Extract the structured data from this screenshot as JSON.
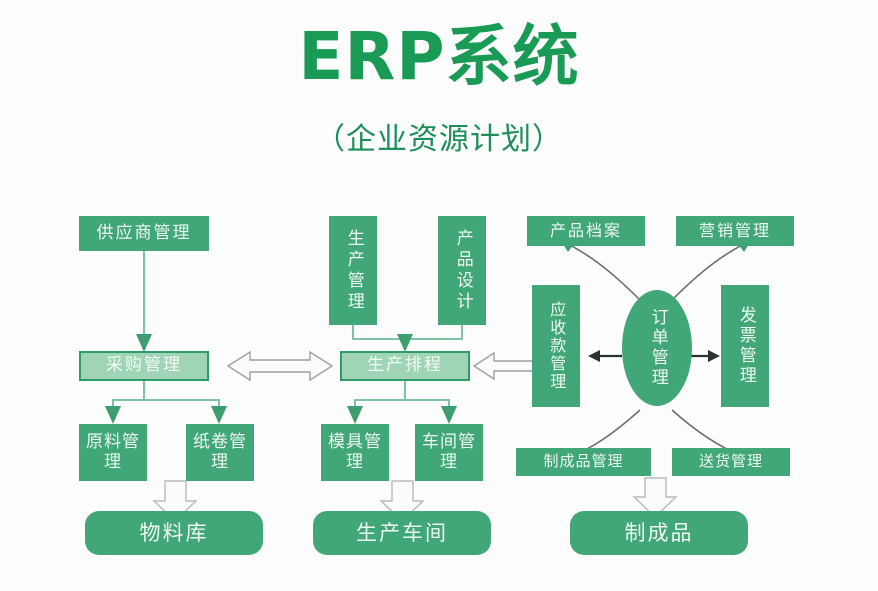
{
  "header": {
    "title": "ERP系统",
    "subtitle": "（企业资源计划）"
  },
  "colors": {
    "brand_green": "#199b55",
    "node_fill": "#41a779",
    "node_light_fill": "#9fd4b6",
    "node_border": "#2f9c66",
    "connector": "#7fc3a2",
    "arc": "#6a6f6d",
    "page_background": "#fdfdfd"
  },
  "diagram": {
    "type": "flowchart",
    "columns": [
      {
        "name": "procurement",
        "nodes": [
          "supplier-management",
          "purchase-management",
          "raw-material-management",
          "paper-roll-management",
          "material-warehouse"
        ]
      },
      {
        "name": "production",
        "nodes": [
          "production-management",
          "product-design",
          "production-scheduling",
          "mold-management",
          "workshop-management",
          "production-workshop"
        ]
      },
      {
        "name": "sales",
        "nodes": [
          "product-archive",
          "marketing-management",
          "receivables-management",
          "order-management",
          "invoice-management",
          "finished-product-management",
          "delivery-management",
          "finished-products"
        ]
      }
    ],
    "nodes": {
      "supplier_management": "供应商管理",
      "purchase_management": "采购管理",
      "raw_material_management": "原料管理",
      "paper_roll_management": "纸卷管理",
      "material_warehouse": "物料库",
      "production_management": "生产管理",
      "product_design": "产品设计",
      "production_scheduling": "生产排程",
      "mold_management": "模具管理",
      "workshop_management": "车间管理",
      "production_workshop": "生产车间",
      "product_archive": "产品档案",
      "marketing_management": "营销管理",
      "receivables_management": "应收款管理",
      "order_management": "订单管理",
      "invoice_management": "发票管理",
      "finished_product_management": "制成品管理",
      "delivery_management": "送货管理",
      "finished_products": "制成品"
    },
    "connections": [
      {
        "from": "supplier_management",
        "to": "purchase_management",
        "style": "arrow-down"
      },
      {
        "from": "purchase_management",
        "to": "raw_material_management",
        "style": "arrow-down"
      },
      {
        "from": "purchase_management",
        "to": "paper_roll_management",
        "style": "arrow-down"
      },
      {
        "from": "raw_material_management",
        "to": "material_warehouse",
        "style": "block-arrow-down"
      },
      {
        "from": "production_management",
        "to": "production_scheduling",
        "style": "arrow-down"
      },
      {
        "from": "product_design",
        "to": "production_scheduling",
        "style": "arrow-down"
      },
      {
        "from": "production_scheduling",
        "to": "mold_management",
        "style": "arrow-down"
      },
      {
        "from": "production_scheduling",
        "to": "workshop_management",
        "style": "arrow-down"
      },
      {
        "from": "mold_management",
        "to": "production_workshop",
        "style": "block-arrow-down"
      },
      {
        "from": "purchase_management",
        "to": "production_scheduling",
        "style": "hollow-double-arrow"
      },
      {
        "from": "production_scheduling",
        "to": "receivables_management",
        "style": "hollow-double-arrow"
      },
      {
        "from": "order_management",
        "to": "product_archive",
        "style": "curved-arrow"
      },
      {
        "from": "order_management",
        "to": "marketing_management",
        "style": "curved-arrow"
      },
      {
        "from": "order_management",
        "to": "receivables_management",
        "style": "arrow-left"
      },
      {
        "from": "order_management",
        "to": "invoice_management",
        "style": "arrow-right"
      },
      {
        "from": "order_management",
        "to": "finished_product_management",
        "style": "curved-arrow"
      },
      {
        "from": "order_management",
        "to": "delivery_management",
        "style": "curved-arrow"
      },
      {
        "from": "finished_product_management",
        "to": "finished_products",
        "style": "block-arrow-down"
      }
    ]
  }
}
